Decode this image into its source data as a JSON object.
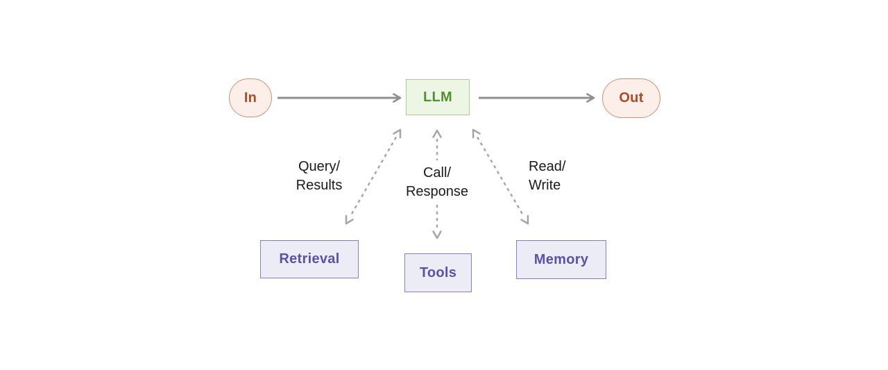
{
  "diagram": {
    "nodes": {
      "in": {
        "label": "In"
      },
      "llm": {
        "label": "LLM"
      },
      "out": {
        "label": "Out"
      },
      "retrieval": {
        "label": "Retrieval"
      },
      "tools": {
        "label": "Tools"
      },
      "memory": {
        "label": "Memory"
      }
    },
    "edge_labels": {
      "retrieval": "Query/\nResults",
      "tools": "Call/\nResponse",
      "memory": "Read/\nWrite"
    },
    "colors": {
      "background": "#ffffff",
      "inout_fill": "#fcefe9",
      "inout_border": "#cf8f74",
      "inout_text": "#ab4a26",
      "llm_fill": "#edf5e5",
      "llm_border": "#accc93",
      "llm_text": "#50912f",
      "toolbox_fill": "#ececf7",
      "toolbox_border": "#887cc8",
      "toolbox_text": "#5c50a8",
      "solid_arrow": "#8f8f8f",
      "dashed_arrow": "#a6a6a6",
      "edge_label_text": "#1a1a1a"
    }
  }
}
